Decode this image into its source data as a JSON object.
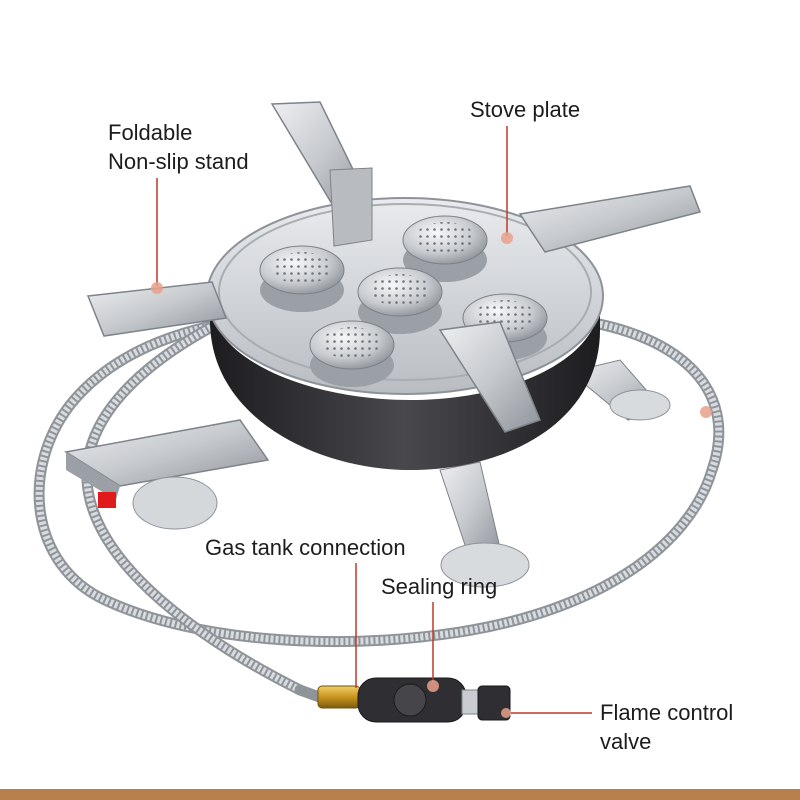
{
  "labels": {
    "foldable_stand": [
      "Foldable",
      "Non-slip stand"
    ],
    "stove_plate": "Stove plate",
    "gas_tank_connection": "Gas tank connection",
    "sealing_ring": "Sealing ring",
    "flame_control_valve": [
      "Flame control",
      "valve"
    ]
  },
  "colors": {
    "callout_line": "#c0392b",
    "callout_dot": "#e8a08a",
    "steel": "#c9ccd0",
    "steel_dark": "#8f949a",
    "burner_band": "#2b2b2e",
    "hose": "#b8bcc0",
    "brass": "#c8951e",
    "knob": "#2f2f33",
    "bottom_strip": "#b8804c",
    "red_marker": "#e01b1b"
  },
  "icons": {
    "stove": "camping-stove-illustration",
    "hose": "braided-gas-hose",
    "valve": "flame-control-valve"
  }
}
